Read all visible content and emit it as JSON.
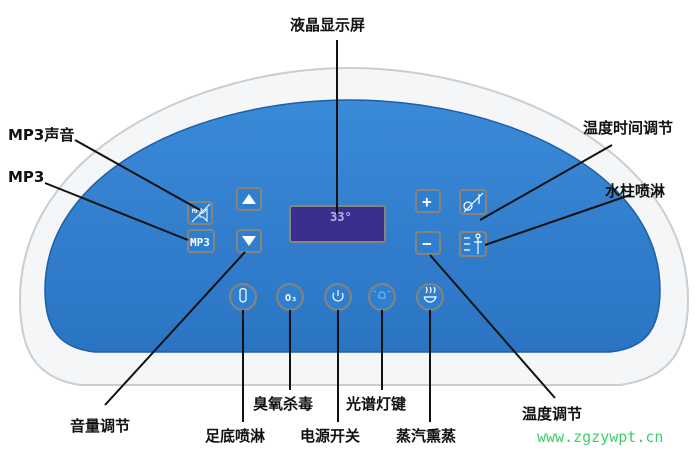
{
  "labels": {
    "lcd": "液晶显示屏",
    "mp3_sound": "MP3声音",
    "mp3": "MP3",
    "volume": "音量调节",
    "foot_spray": "足底喷淋",
    "ozone": "臭氧杀毒",
    "power": "电源开关",
    "spectrum_light": "光谱灯键",
    "steam": "蒸汽熏蒸",
    "temp_adjust": "温度调节",
    "temp_time_adjust": "温度时间调节",
    "water_column": "水柱喷淋"
  },
  "lcd": {
    "reading": "33°"
  },
  "buttons": {
    "mp3_label": "MP3",
    "mp3_small": "MP3",
    "plus": "+",
    "minus": "−",
    "ozone": "O₃"
  },
  "watermark": "www.zgzywpt.cn",
  "colors": {
    "panel_blue": "#2f7fd0",
    "lcd": "#3b2f8e",
    "button_border": "#8a8478"
  }
}
